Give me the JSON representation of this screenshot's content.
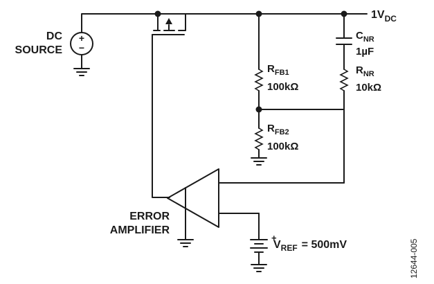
{
  "labels": {
    "output_main": "1V",
    "output_sub": "DC",
    "dc_source_line1": "DC",
    "dc_source_line2": "SOURCE",
    "source_plus": "+",
    "source_minus": "−",
    "cnr_main": "C",
    "cnr_sub": "NR",
    "cnr_value": "1µF",
    "rnr_main": "R",
    "rnr_sub": "NR",
    "rnr_value": "10kΩ",
    "rfb1_main": "R",
    "rfb1_sub": "FB1",
    "rfb1_value": "100kΩ",
    "rfb2_main": "R",
    "rfb2_sub": "FB2",
    "rfb2_value": "100kΩ",
    "error_amp_line1": "ERROR",
    "error_amp_line2": "AMPLIFIER",
    "vref_main": "V",
    "vref_sub": "REF",
    "vref_value": "= 500mV",
    "vref_plus": "+",
    "figure_number": "12644-005"
  }
}
